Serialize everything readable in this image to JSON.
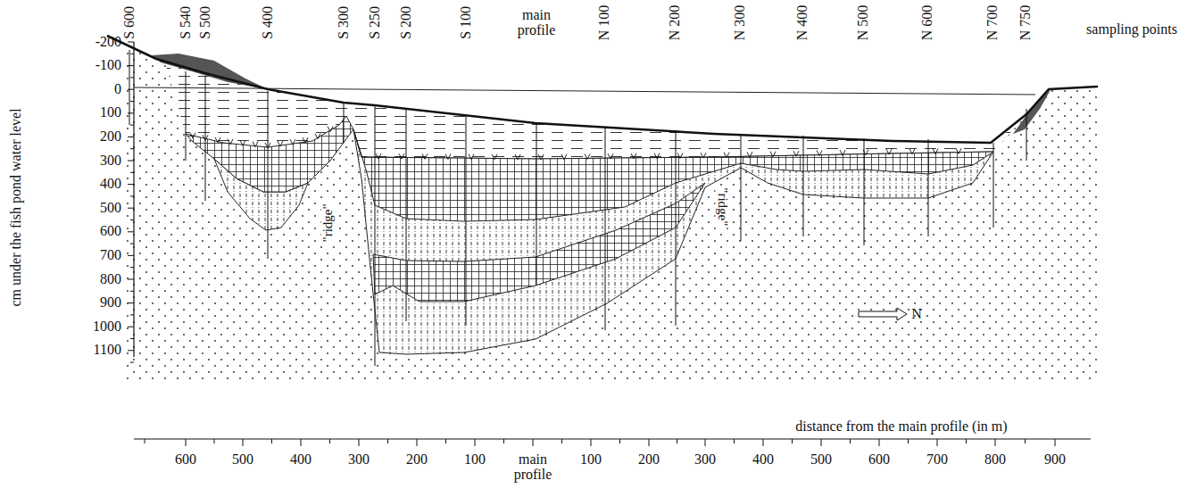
{
  "diagram": {
    "labels": [
      "-200",
      "-100",
      "0",
      "100",
      "200",
      "300",
      "400",
      "500",
      "600",
      "700",
      "800",
      "900",
      "1000",
      "1100",
      "cm under the fish pond water level",
      "S 600",
      "S 540",
      "S 500",
      "S 400",
      "S 300",
      "S 250",
      "S 200",
      "S 100",
      "main profile",
      "N 100",
      "N 200",
      "N 300",
      "N 400",
      "N 500",
      "N 600",
      "N 700",
      "N 750",
      "sampling points",
      "\"ridge\"",
      "\"ridge\"",
      "N",
      "distance from the main profile (in m)",
      "600",
      "500",
      "400",
      "300",
      "200",
      "100",
      "main profile",
      "100",
      "200",
      "300",
      "400",
      "500",
      "600",
      "700",
      "800",
      "900"
    ]
  }
}
